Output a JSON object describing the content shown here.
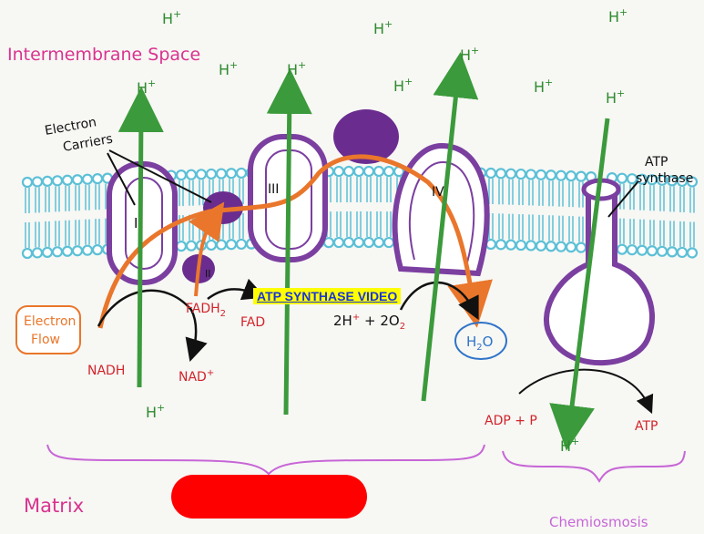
{
  "labels": {
    "intermembrane_space": "Intermembrane Space",
    "matrix": "Matrix",
    "electron_carriers_line1": "Electron",
    "electron_carriers_line2": "Carriers",
    "electron_flow_line1": "Electron",
    "electron_flow_line2": "Flow",
    "atp_synthase_line1": "ATP",
    "atp_synthase_line2": "synthase",
    "chemiosmosis": "Chemiosmosis",
    "nadh": "NADH",
    "nad_plus": "NAD",
    "nad_plus_sup": "+",
    "fadh2": "FADH",
    "fadh2_sub": "2",
    "fad": "FAD",
    "reaction_2h": "2H",
    "reaction_plus_sup": "+",
    "reaction_plus": " + ",
    "reaction_2o": "2O",
    "reaction_o_sub": "2",
    "water": "H",
    "water_sub": "2",
    "water_o": "O",
    "adp_p": "ADP + P",
    "atp": "ATP",
    "complex_1": "I",
    "complex_2": "II",
    "complex_3": "III",
    "complex_4": "IV",
    "proton": "H",
    "proton_sup": "+"
  },
  "link": {
    "video": "ATP SYNTHASE VIDEO"
  },
  "colors": {
    "membrane": "#5cc0d6",
    "protein": "#7b3fa0",
    "protein_fill": "#ffffff",
    "carrier": "#6a2d8f",
    "electron_flow": "#e9762b",
    "proton_arrow": "#3b9a3b",
    "proton_text": "#2e8b2e",
    "molecule_text": "#d1242a",
    "title_text": "#d9338f",
    "brace": "#c766d6",
    "water_circle": "#2f74c9",
    "redaction": "#ff0000",
    "link_bg": "#ffff00",
    "link_text": "#1a35d6"
  }
}
